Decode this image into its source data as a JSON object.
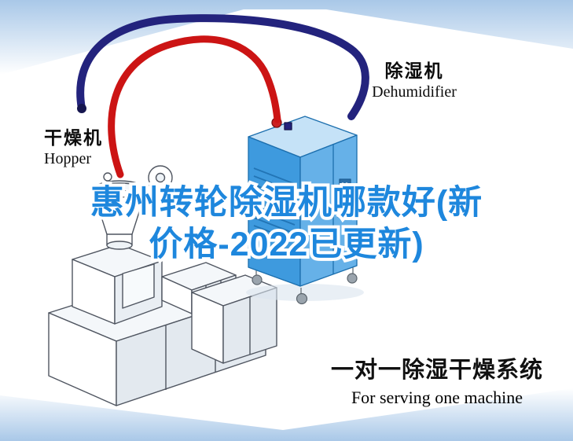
{
  "title": {
    "line1": "惠州转轮除湿机哪款好(新",
    "line2": "价格-2022已更新)"
  },
  "equipment_labels": {
    "hopper": {
      "cn": "干燥机",
      "en": "Hopper"
    },
    "dehumidifier": {
      "cn": "除湿机",
      "en": "Dehumidifier"
    }
  },
  "caption": {
    "cn": "一对一除湿干燥系统",
    "en": "For serving one machine"
  },
  "colors": {
    "title_blue": "#1e87dd",
    "hose_red": "#cc1414",
    "hose_navy": "#23237d",
    "dehumidifier_top": "#c5e2f7",
    "dehumidifier_front": "#3e9ade",
    "dehumidifier_side": "#66b1e8",
    "background_tint": "#a9c8e8",
    "caption_black": "#111111"
  }
}
